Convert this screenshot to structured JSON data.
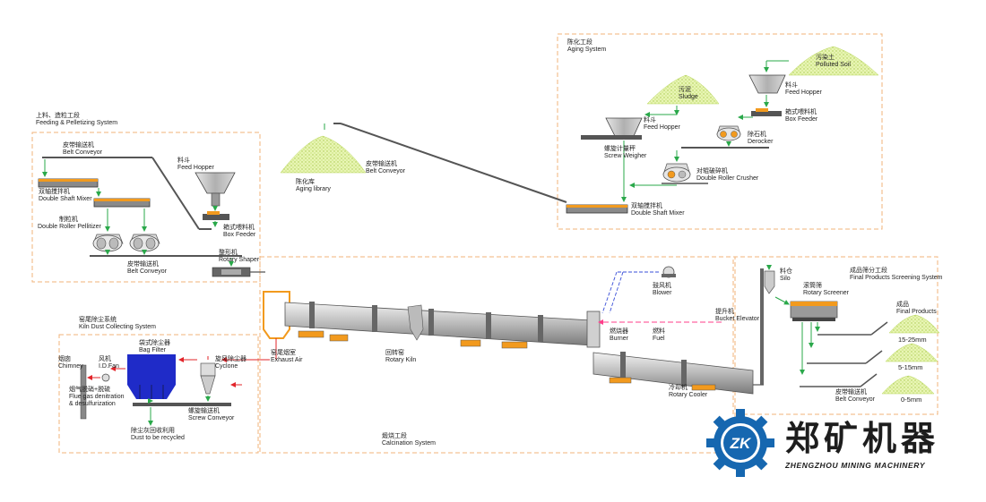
{
  "sections": {
    "feeding": {
      "cn": "上料、造粒工段",
      "en": "Feeding & Pelletizing System"
    },
    "aging": {
      "cn": "陈化工段",
      "en": "Aging System"
    },
    "dust": {
      "cn": "窑尾除尘系统",
      "en": "Kiln Dust Collecting System"
    },
    "calcination": {
      "cn": "煅烧工段",
      "en": "Calcination System"
    },
    "screening": {
      "cn": "成品筛分工段",
      "en": "Final Products Screening System"
    }
  },
  "labels": {
    "belt1": {
      "cn": "皮带输送机",
      "en": "Belt Conveyor"
    },
    "mixer1": {
      "cn": "双轴搅拌机",
      "en": "Double Shaft Mixer"
    },
    "pellitizer": {
      "cn": "制粒机",
      "en": "Double Roller Pellitizer"
    },
    "belt2": {
      "cn": "皮带输送机",
      "en": "Belt Conveyor"
    },
    "hopper1": {
      "cn": "料斗",
      "en": "Feed Hopper"
    },
    "boxfeeder1": {
      "cn": "箱式喂料机",
      "en": "Box Feeder"
    },
    "shaper": {
      "cn": "整形机",
      "en": "Rotary Shaper"
    },
    "library": {
      "cn": "陈化库",
      "en": "Aging library"
    },
    "belt3": {
      "cn": "皮带输送机",
      "en": "Belt Conveyor"
    },
    "sludge": {
      "cn": "污泥",
      "en": "Sludge"
    },
    "hopper2": {
      "cn": "料斗",
      "en": "Feed Hopper"
    },
    "weigher": {
      "cn": "螺旋计量秤",
      "en": "Screw Weigher"
    },
    "crusher": {
      "cn": "对辊破碎机",
      "en": "Double Roller Crusher"
    },
    "mixer2": {
      "cn": "双轴搅拌机",
      "en": "Double Shaft Mixer"
    },
    "soil": {
      "cn": "污染土",
      "en": "Polluted Soil"
    },
    "hopper3": {
      "cn": "料斗",
      "en": "Feed Hopper"
    },
    "boxfeeder2": {
      "cn": "箱式喂料机",
      "en": "Box Feeder"
    },
    "derocker": {
      "cn": "除石机",
      "en": "Derocker"
    },
    "chimney": {
      "cn": "烟囱",
      "en": "Chimney"
    },
    "fan": {
      "cn": "风机",
      "en": "I.D.Fan"
    },
    "bagfilter": {
      "cn": "袋式除尘器",
      "en": "Bag Filter"
    },
    "cyclone": {
      "cn": "旋风除尘器",
      "en": "Cyclone"
    },
    "flue": {
      "cn": "烟气脱硝+脱硫",
      "en": "Flue gas denitration",
      "en2": "& desulfurization"
    },
    "screw": {
      "cn": "螺旋输送机",
      "en": "Screw Conveyor"
    },
    "recycle": {
      "cn": "除尘灰回收利用",
      "en": "Dust to be recycled"
    },
    "exhaust": {
      "cn": "窑尾烟室",
      "en": "Exhaust Air"
    },
    "kiln": {
      "cn": "回转窑",
      "en": "Rotary Kiln"
    },
    "blower": {
      "cn": "鼓风机",
      "en": "Blower"
    },
    "burner": {
      "cn": "燃烧器",
      "en": "Burner"
    },
    "fuel": {
      "cn": "燃料",
      "en": "Fuel"
    },
    "elevator": {
      "cn": "提升机",
      "en": "Bucket Elevator"
    },
    "cooler": {
      "cn": "冷却机",
      "en": "Rotary Cooler"
    },
    "silo": {
      "cn": "料仓",
      "en": "Silo"
    },
    "screener": {
      "cn": "滚筒筛",
      "en": "Rotary Screener"
    },
    "products": {
      "cn": "成品",
      "en": "Final Products"
    },
    "size1": "15-25mm",
    "size2": "5-15mm",
    "size3": "0-5mm",
    "belt4": {
      "cn": "皮带输送机",
      "en": "Belt Conveyor"
    }
  },
  "brand": {
    "logo_text": "ZK",
    "cn": "郑矿机器",
    "en": "ZHENGZHOU MINING MACHINERY"
  },
  "colors": {
    "box": "#f0b37a",
    "arrow": "#2aa84a",
    "heat": "#e2242a",
    "fuel": "#ff3d8a",
    "blower": "#3a4fd8",
    "pile": "#d6ec8a",
    "kiln": "#c9c9c9",
    "orange": "#f29a1e",
    "bag": "#1f2bc8",
    "logo": "#1667b0"
  }
}
